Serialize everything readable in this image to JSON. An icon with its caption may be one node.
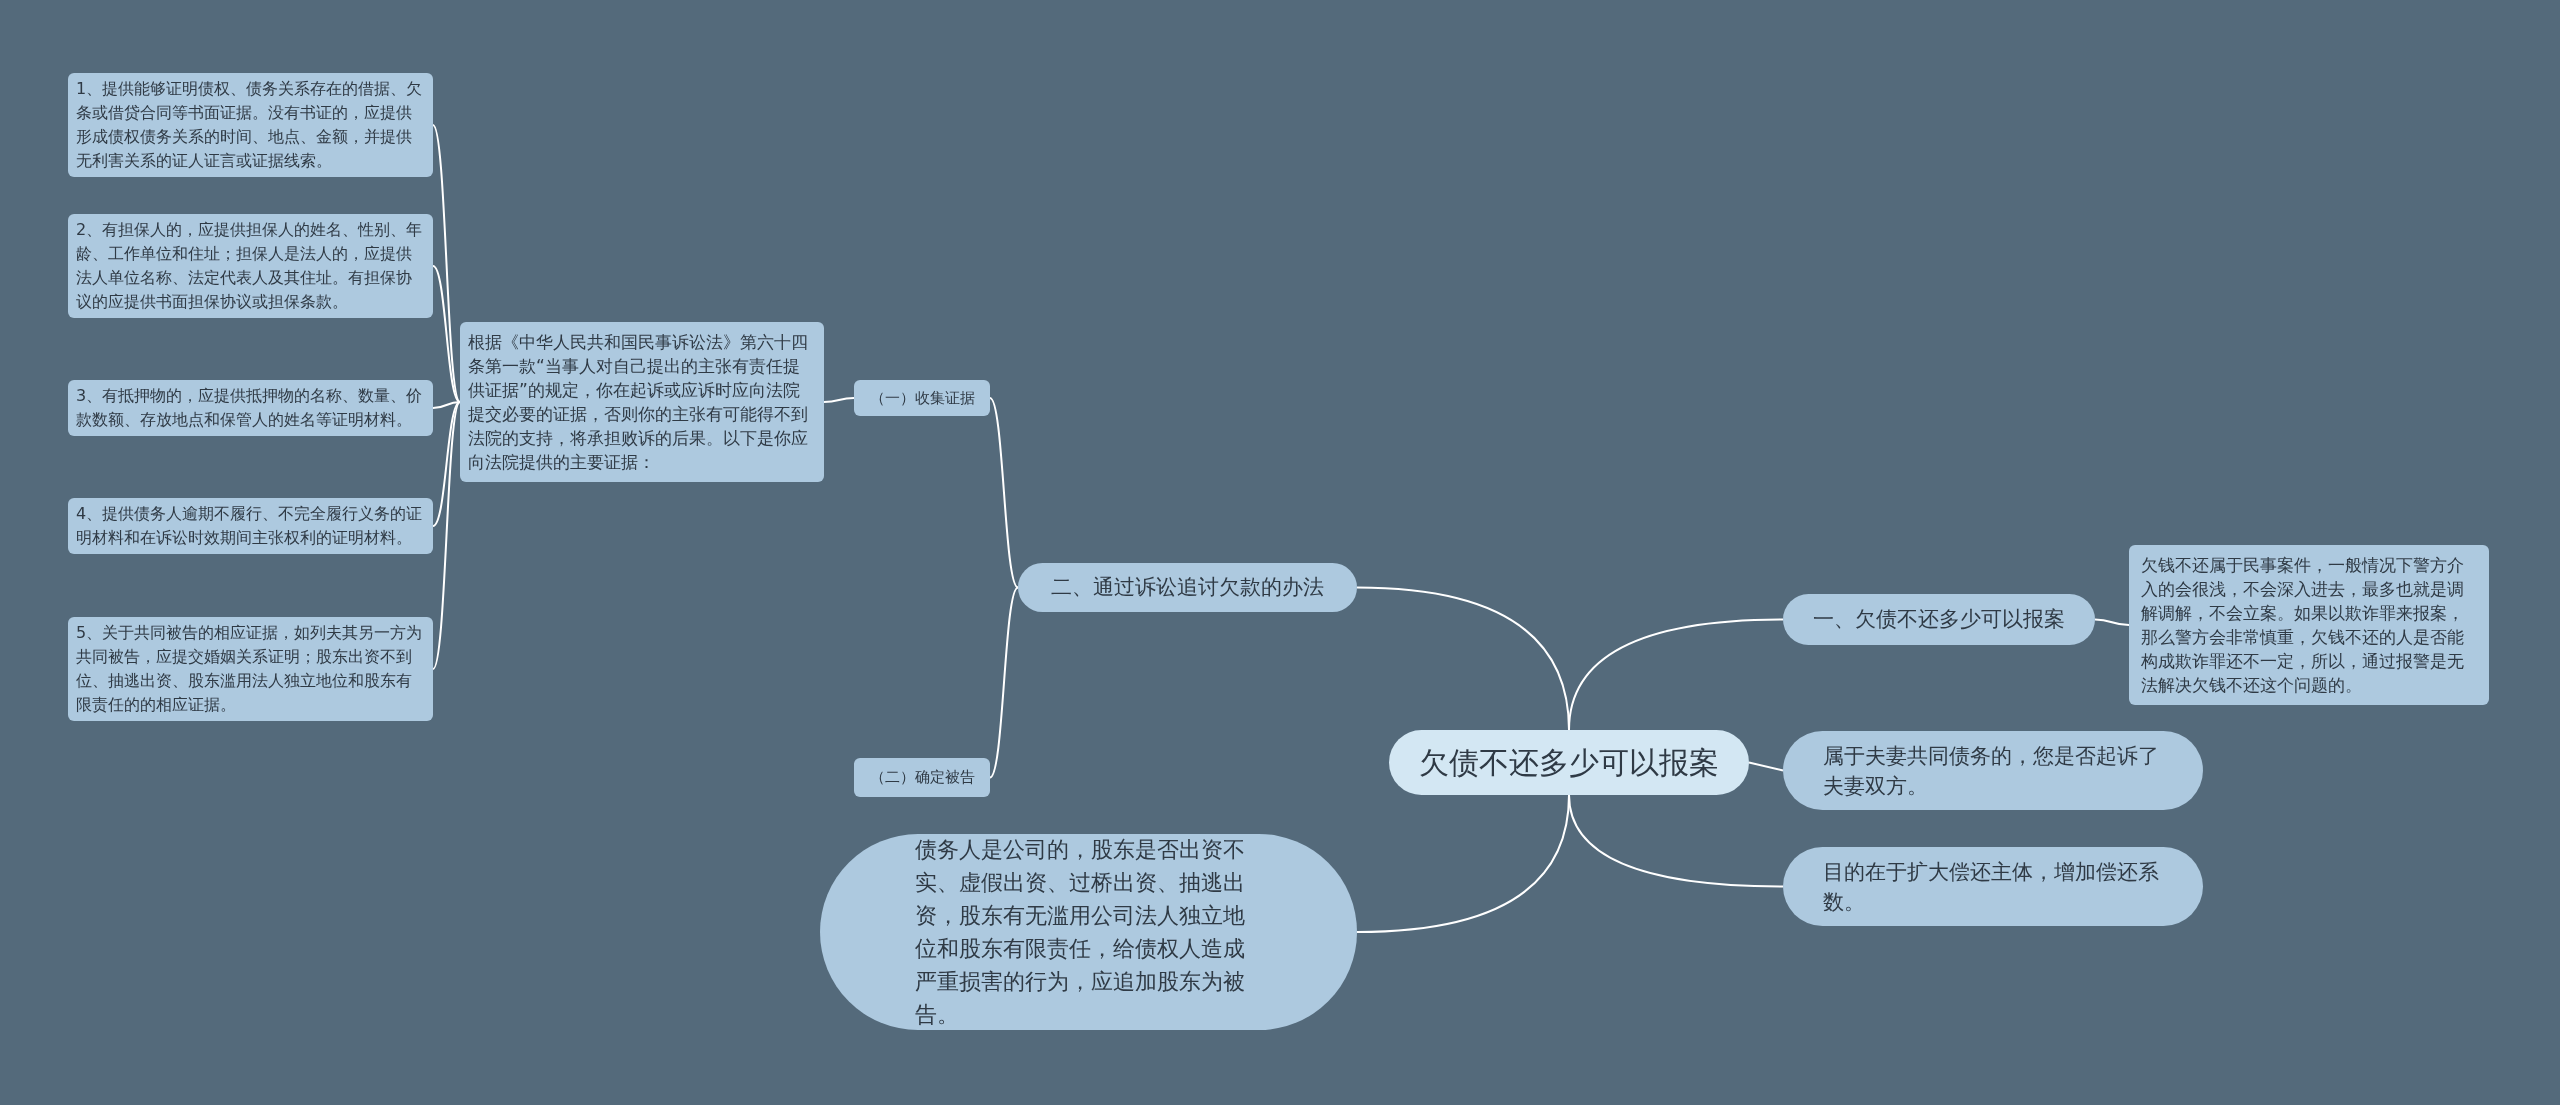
{
  "diagram": {
    "nodes": [
      {
        "text": [
          "欠债不还多少可以报案"
        ]
      },
      {
        "text": [
          "一、欠债不还多少可以报案"
        ]
      },
      {
        "text": [
          "欠钱不还属于民事案件，一般情况下警方介入的会很浅，不会深入进去，最多也就是调解调解，不会立案。如果以欺诈罪来报案，那么警方会非常慎重，欠钱不还的人是否能构成欺诈罪还不一定，所以，通过报警是无法解决欠钱不还这个问题的。"
        ]
      },
      {
        "text": [
          "属于夫妻共同债务的，您是否起诉了夫妻双方。"
        ]
      },
      {
        "text": [
          "目的在于扩大偿还主体，增加偿还系数。"
        ]
      },
      {
        "text": [
          "二、通过诉讼追讨欠款的办法"
        ]
      },
      {
        "text": [
          "（一）收集证据"
        ]
      },
      {
        "text": [
          "根据《中华人民共和国民事诉讼法》第六十四条第一款“当事人对自己提出的主张有责任提供证据”的规定，你在起诉或应诉时应向法院提交必要的证据，否则你的主张有可能得不到法院的支持，将承担败诉的后果。以下是你应向法院提供的主要证据："
        ]
      },
      {
        "text": [
          "1、提供能够证明债权、债务关系存在的借据、欠条或借贷合同等书面证据。没有书证的，应提供形成债权债务关系的时间、地点、金额，并提供无利害关系的证人证言或证据线索。"
        ]
      },
      {
        "text": [
          "2、有担保人的，应提供担保人的姓名、性别、年龄、工作单位和住址；担保人是法人的，应提供法人单位名称、法定代表人及其住址。有担保协议的应提供书面担保协议或担保条款。"
        ]
      },
      {
        "text": [
          "3、有抵押物的，应提供抵押物的名称、数量、价款数额、存放地点和保管人的姓名等证明材料。"
        ]
      },
      {
        "text": [
          "4、提供债务人逾期不履行、不完全履行义务的证明材料和在诉讼时效期间主张权利的证明材料。"
        ]
      },
      {
        "text": [
          "5、关于共同被告的相应证据，如列夫其另一方为共同被告，应提交婚姻关系证明；股东出资不到位、抽逃出资、股东滥用法人独立地位和股东有限责任的的相应证据。"
        ]
      },
      {
        "text": [
          "（二）确定被告"
        ]
      },
      {
        "text": [
          "债务人是公司的，股东是否出资不实、虚假出资、过桥出资、抽逃出资，股东有无滥用公司法人独立地位和股东有限责任，给债权人造成严重损害的行为，应追加股东为被告。"
        ]
      }
    ],
    "edges": [
      {
        "from": 0,
        "to": 1,
        "arrow": "none"
      },
      {
        "from": 1,
        "to": 2,
        "arrow": "none"
      },
      {
        "from": 0,
        "to": 3,
        "arrow": "none"
      },
      {
        "from": 0,
        "to": 4,
        "arrow": "none"
      },
      {
        "from": 0,
        "to": 5,
        "arrow": "none"
      },
      {
        "from": 5,
        "to": 6,
        "arrow": "none"
      },
      {
        "from": 6,
        "to": 7,
        "arrow": "none"
      },
      {
        "from": 7,
        "to": 8,
        "arrow": "none"
      },
      {
        "from": 7,
        "to": 9,
        "arrow": "none"
      },
      {
        "from": 7,
        "to": 10,
        "arrow": "none"
      },
      {
        "from": 7,
        "to": 11,
        "arrow": "none"
      },
      {
        "from": 7,
        "to": 12,
        "arrow": "none"
      },
      {
        "from": 5,
        "to": 13,
        "arrow": "none"
      },
      {
        "from": 0,
        "to": 14,
        "arrow": "none"
      }
    ]
  }
}
